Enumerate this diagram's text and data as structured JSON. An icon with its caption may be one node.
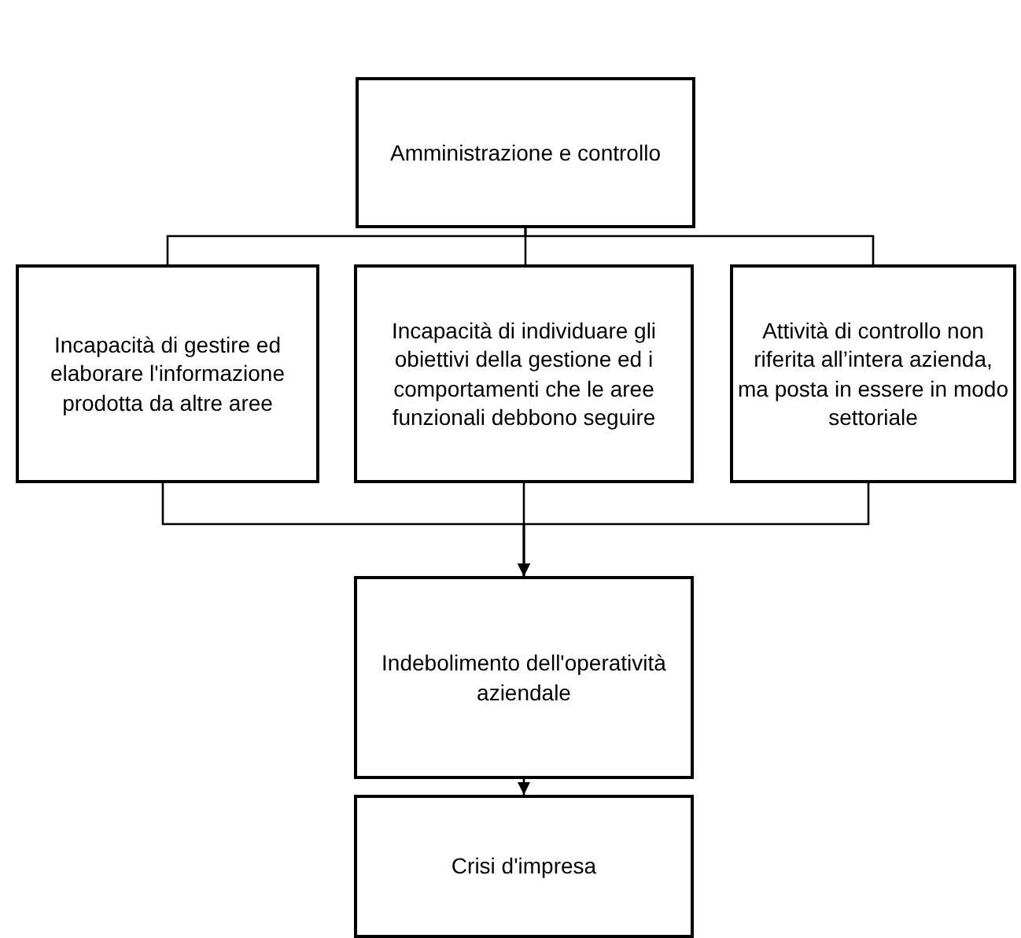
{
  "diagram": {
    "nodes": [
      {
        "text": [
          "Amministrazione e controllo"
        ]
      },
      {
        "text": [
          "Incapacità di gestire ed elaborare l'informazione prodotta da altre aree"
        ]
      },
      {
        "text": [
          "Incapacità di individuare gli obiettivi della gestione ed i comportamenti che le aree funzionali debbono seguire"
        ]
      },
      {
        "text": [
          "Attività di controllo non riferita all’intera azienda, ma posta in essere in modo settoriale"
        ]
      },
      {
        "text": [
          "Indebolimento dell'operatività aziendale"
        ]
      },
      {
        "text": [
          "Crisi d'impresa"
        ]
      }
    ],
    "edges": [
      {
        "from": 0,
        "to": 1,
        "arrow": "none"
      },
      {
        "from": 0,
        "to": 2,
        "arrow": "none"
      },
      {
        "from": 0,
        "to": 3,
        "arrow": "none"
      },
      {
        "from": 1,
        "to": 4,
        "arrow": "to"
      },
      {
        "from": 2,
        "to": 4,
        "arrow": "to"
      },
      {
        "from": 3,
        "to": 4,
        "arrow": "to"
      },
      {
        "from": 4,
        "to": 5,
        "arrow": "to"
      }
    ]
  }
}
